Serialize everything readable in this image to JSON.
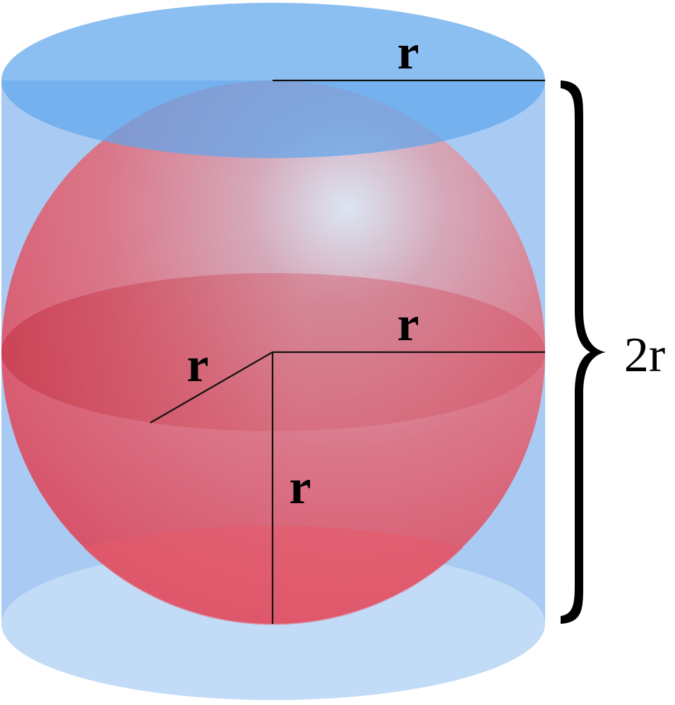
{
  "labels": {
    "top_radius": "r",
    "equator_radius": "r",
    "diagonal_radius": "r",
    "vertical_radius": "r",
    "height": "2r"
  },
  "colors": {
    "cylinder_side": "#a9cbf3",
    "cylinder_top": "#7ab5ef",
    "cylinder_bottom": "#c2dbf7",
    "sphere": "#e05a6e",
    "sphere_highlight": "#dde6f2",
    "line": "#111111"
  }
}
